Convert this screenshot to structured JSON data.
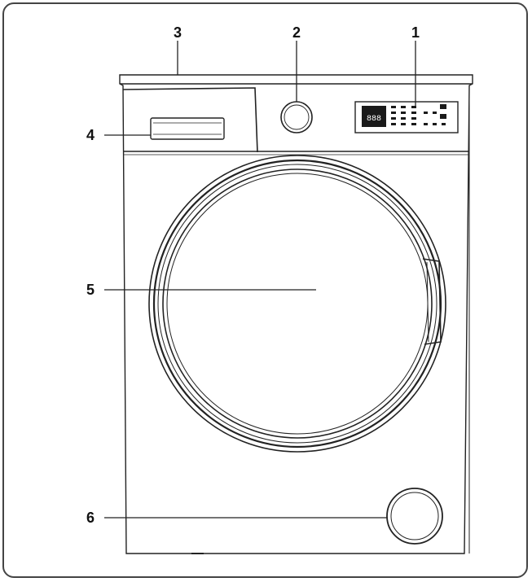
{
  "figure": {
    "title": "",
    "callouts": [
      {
        "label": "1",
        "part": "display-panel"
      },
      {
        "label": "2",
        "part": "program-knob"
      },
      {
        "label": "3",
        "part": "top-cover"
      },
      {
        "label": "4",
        "part": "detergent-drawer"
      },
      {
        "label": "5",
        "part": "loading-door"
      },
      {
        "label": "6",
        "part": "filter-cover"
      }
    ],
    "display_digits": "888"
  },
  "colors": {
    "line": "#222222",
    "frame": "#444444",
    "display": "#1a1a1a"
  }
}
